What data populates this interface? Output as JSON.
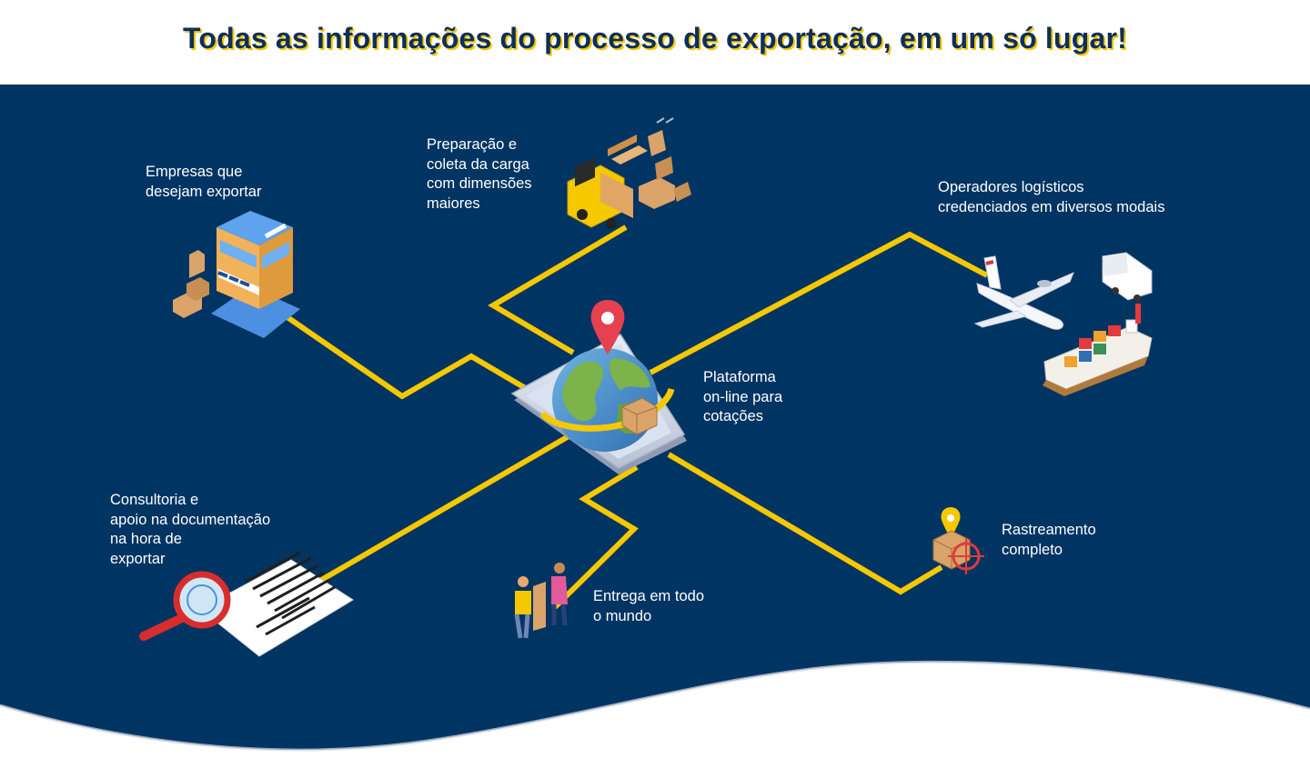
{
  "header": {
    "title": "Todas as informações do processo de exportação, em um só lugar!"
  },
  "colors": {
    "background": "#ffffff",
    "panel": "#003462",
    "connector": "#f5c800",
    "title": "#0e2f5a",
    "label": "#ffffff"
  },
  "center": {
    "label": [
      "Plataforma",
      "on-line para",
      "cotações"
    ],
    "icon": "globe-on-smartphone-icon"
  },
  "nodes": [
    {
      "id": "companies",
      "label": [
        "Empresas que",
        "desejam exportar"
      ],
      "icon": "building-icon"
    },
    {
      "id": "cargo",
      "label": [
        "Preparação e",
        "coleta da carga",
        "com dimensões",
        "maiores"
      ],
      "icon": "forklift-icon"
    },
    {
      "id": "operators",
      "label": [
        "Operadores logísticos",
        "credenciados em diversos modais"
      ],
      "icon": "airplane-truck-ship-icon"
    },
    {
      "id": "consulting",
      "label": [
        "Consultoria e",
        "apoio na documentação",
        "na hora de",
        "exportar"
      ],
      "icon": "magnifier-document-icon"
    },
    {
      "id": "delivery",
      "label": [
        "Entrega em todo",
        "o mundo"
      ],
      "icon": "delivery-people-icon"
    },
    {
      "id": "tracking",
      "label": [
        "Rastreamento",
        "completo"
      ],
      "icon": "tracking-box-icon"
    }
  ]
}
